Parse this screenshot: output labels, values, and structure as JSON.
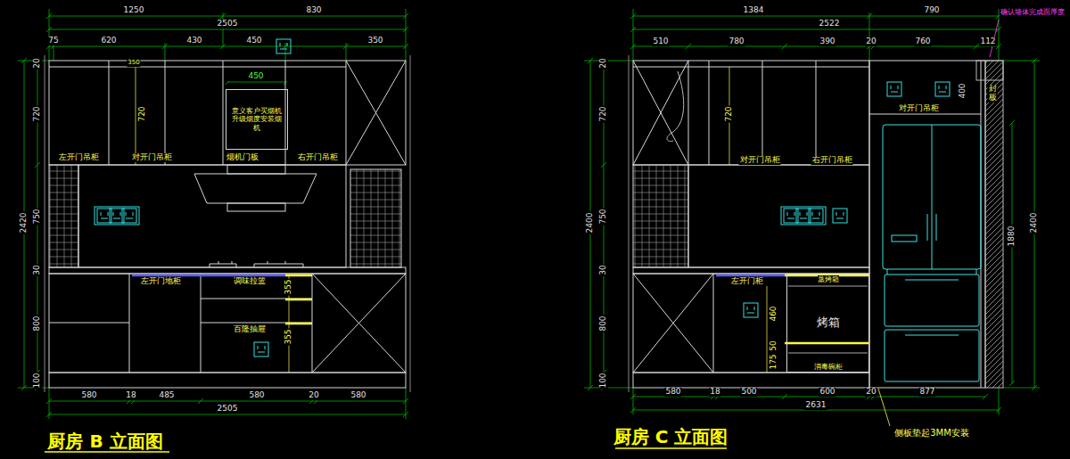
{
  "diagram": {
    "nodes": [
      {
        "text": [
          "意义客户买烟机升级烟度安装烟机"
        ]
      },
      {
        "text": [
          "蒸烤箱",
          "烤箱",
          "消毒碗柜"
        ]
      }
    ],
    "labels": [
      "1250",
      "830",
      "2505",
      "75",
      "620",
      "430",
      "450",
      "350",
      "350",
      "720",
      "450",
      "左开门吊柜",
      "对开门吊柜",
      "烟机门板",
      "右开门吊柜",
      "左开门地柜",
      "调味拉篮",
      "百隆抽屉",
      "355",
      "355",
      "20",
      "720",
      "750",
      "30",
      "800",
      "100",
      "2420",
      "580",
      "18",
      "485",
      "580",
      "20",
      "580",
      "2505",
      "厨房 B 立面图",
      "1384",
      "790",
      "2522",
      "确认墙体完成面厚度",
      "510",
      "780",
      "390",
      "20",
      "760",
      "112",
      "720",
      "400",
      "对开门吊柜",
      "封板",
      "对开门吊柜",
      "右开门吊柜",
      "1880",
      "左开门柜",
      "460",
      "50",
      "175",
      "20",
      "720",
      "750",
      "30",
      "800",
      "100",
      "2400",
      "2400",
      "580",
      "18",
      "500",
      "600",
      "20",
      "877",
      "2631",
      "侧板垫起3MM安装",
      "厨房 C 立面图"
    ]
  }
}
